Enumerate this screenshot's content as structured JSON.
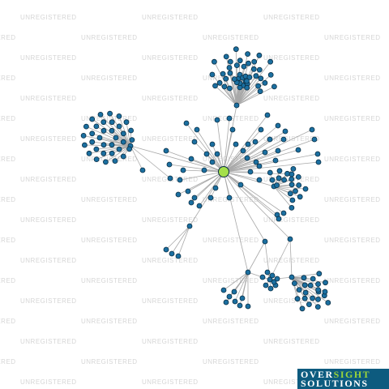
{
  "watermark": {
    "text": "UNREGISTERED"
  },
  "logo": {
    "line1_a": "OVER",
    "line1_b": "SIGHT",
    "line2": "SOLUTIONS",
    "background_color": "#0d5b7f",
    "accent_color": "#9bd53a"
  },
  "graph": {
    "node_color": "#1b6fa0",
    "node_stroke": "#0a2e44",
    "focus_node_color": "#a4e04a",
    "edge_color": "#a8a8a8"
  }
}
